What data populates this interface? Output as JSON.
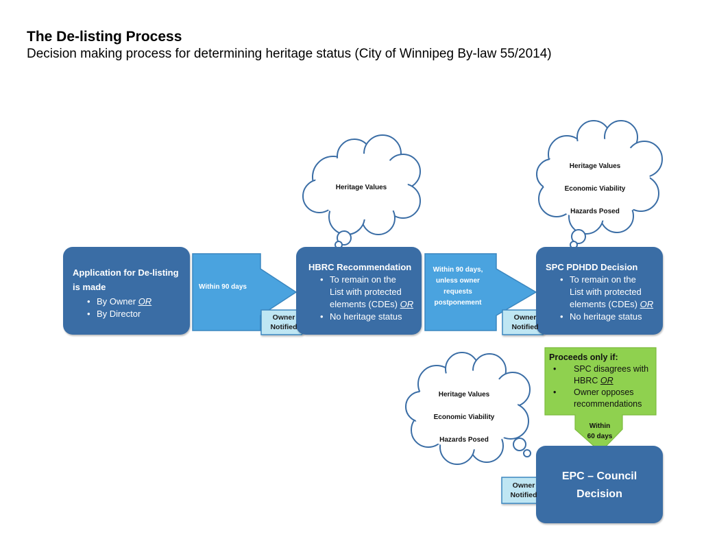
{
  "title": "The De-listing Process",
  "subtitle": "Decision making process for determining heritage status (City of Winnipeg By-law 55/2014)",
  "colors": {
    "box": "#3a6da5",
    "arrow": "#4aa3df",
    "notified": "#bfe6f3",
    "green": "#8fd14f"
  },
  "boxes": {
    "application": {
      "heading_line1": "Application for De-listing",
      "heading_line2": "is made",
      "items": [
        {
          "text": "By Owner ",
          "em": "OR"
        },
        {
          "text": "By Director",
          "em": ""
        }
      ]
    },
    "hbrc": {
      "heading": "HBRC Recommendation",
      "items": [
        {
          "l1": "To remain on the",
          "l2": "List with protected",
          "l3": "elements (CDEs) ",
          "em": "OR"
        },
        {
          "l1": "No heritage status"
        }
      ]
    },
    "spc": {
      "heading": "SPC PDHDD Decision",
      "items": [
        {
          "l1": "To remain on the",
          "l2": "List with protected",
          "l3": "elements (CDEs) ",
          "em": "OR"
        },
        {
          "l1": "No heritage status"
        }
      ]
    },
    "epc": {
      "line1": "EPC – Council",
      "line2": "Decision"
    }
  },
  "arrows": {
    "a1": {
      "label": "Within 90 days"
    },
    "a2": {
      "line1": "Within 90 days,",
      "line2": "unless owner",
      "line3": "requests",
      "line4": "postponement"
    },
    "a3": {
      "line1": "Within",
      "line2": "60 days"
    }
  },
  "notified": {
    "line1": "Owner",
    "line2": "Notified"
  },
  "clouds": {
    "c1": [
      "Heritage Values"
    ],
    "c2": [
      "Heritage Values",
      "Economic Viability",
      "Hazards Posed"
    ],
    "c3": [
      "Heritage Values",
      "Economic Viability",
      "Hazards Posed"
    ]
  },
  "green": {
    "heading": "Proceeds only if:",
    "items": [
      {
        "l1": "SPC disagrees with",
        "l2": "HBRC ",
        "em": "OR"
      },
      {
        "l1": "Owner opposes",
        "l2": "recommendations"
      }
    ]
  }
}
